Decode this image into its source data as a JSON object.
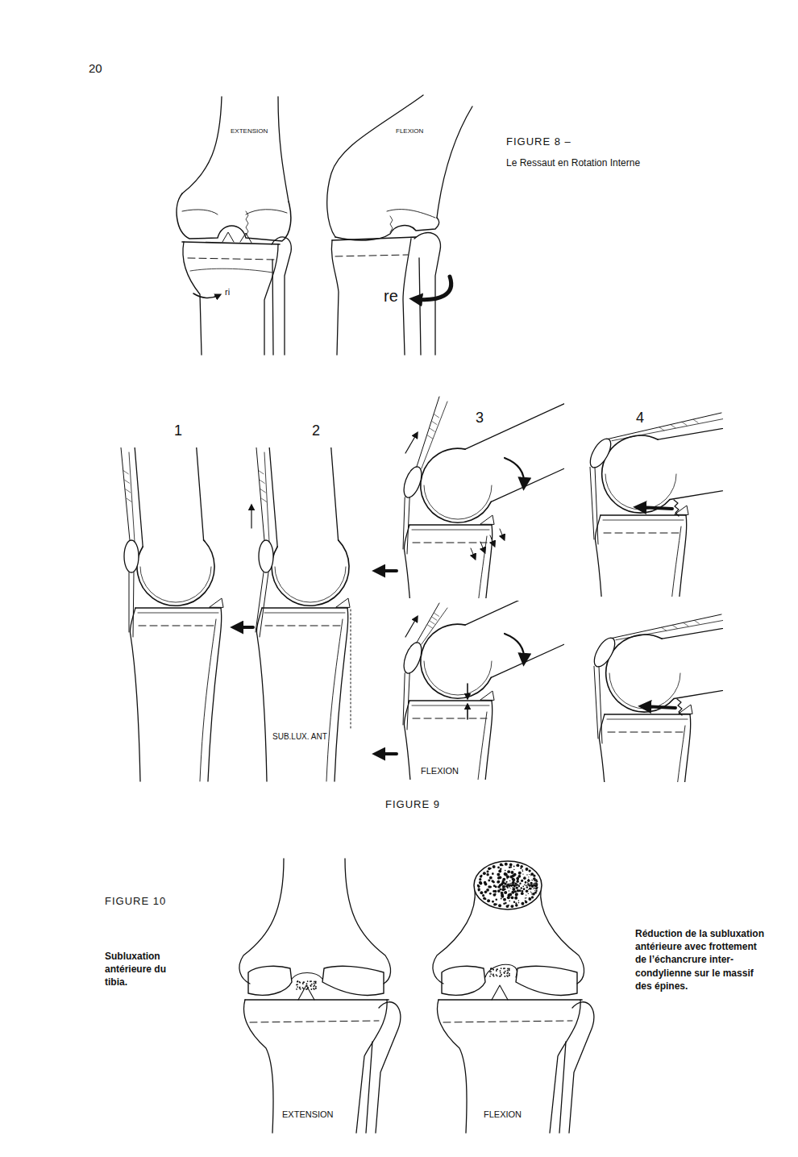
{
  "diagram": {
    "labels": [
      "20",
      "EXTENSION",
      "FLEXION",
      "FIGURE 8 –",
      "Le Ressaut en Rotation Interne",
      "ri",
      "re",
      "1",
      "2",
      "3",
      "4",
      "SUB.LUX. ANT",
      "FLEXION",
      "FIGURE 9",
      "FIGURE 10",
      "Subluxation antérieure du tibia.",
      "EXTENSION",
      "FLEXION",
      "Réduction de la subluxation antérieure avec frottement de l’échancrure inter- condylienne sur le massif des épines."
    ]
  }
}
